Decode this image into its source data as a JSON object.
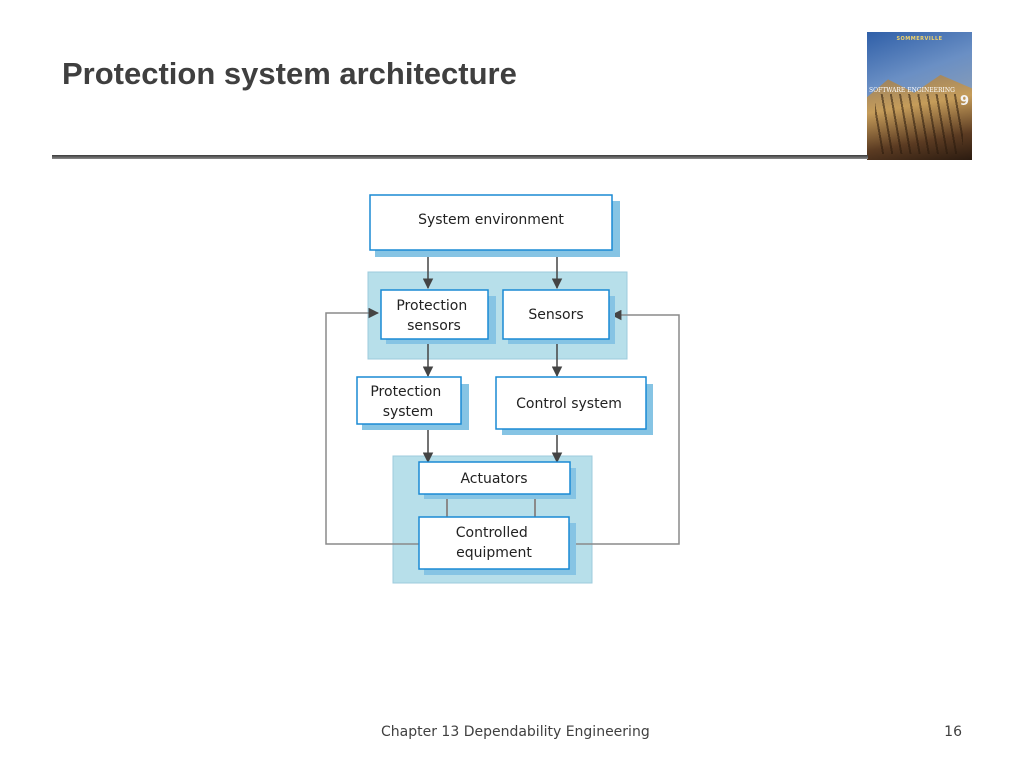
{
  "slide": {
    "title": "Protection system architecture"
  },
  "book_cover": {
    "author": "SOMMERVILLE",
    "title": "SOFTWARE ENGINEERING",
    "edition": "9"
  },
  "diagram": {
    "nodes": {
      "system_environment": "System environment",
      "protection_sensors": [
        "Protection",
        "sensors"
      ],
      "sensors": "Sensors",
      "protection_system": [
        "Protection",
        "system"
      ],
      "control_system": "Control system",
      "actuators": "Actuators",
      "controlled_equipment": [
        "Controlled",
        "equipment"
      ]
    }
  },
  "footer": {
    "chapter": "Chapter 13 Dependability Engineering",
    "page": "16"
  },
  "colors": {
    "group_fill": "#b7dfea",
    "box_border": "#1a8ad4",
    "box_shadow": "#86c4e4",
    "arrow": "#444444"
  }
}
